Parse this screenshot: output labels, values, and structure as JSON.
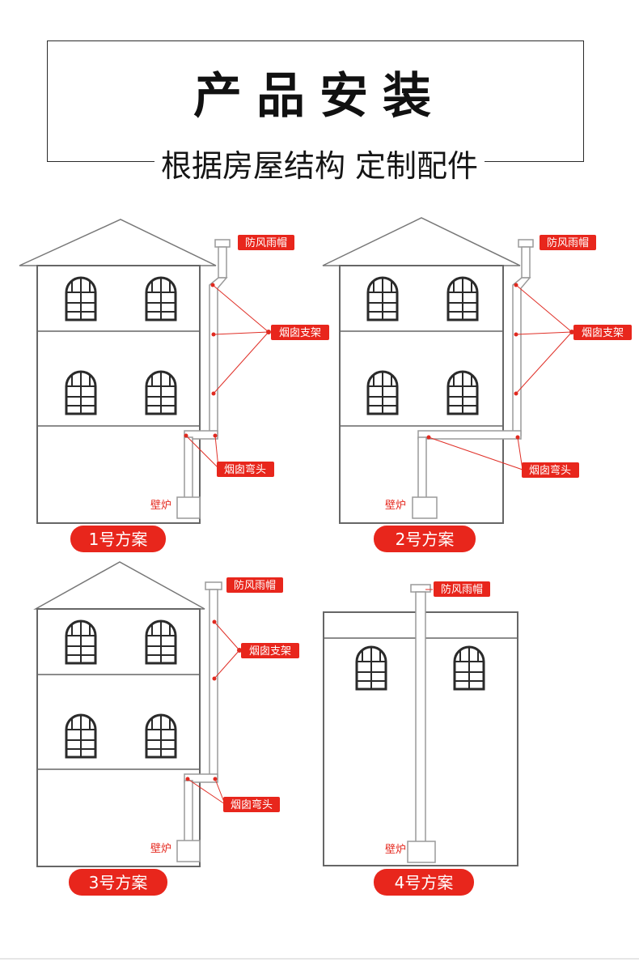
{
  "header": {
    "title": "产品安装",
    "subtitle": "根据房屋结构 定制配件"
  },
  "labels": {
    "cap": "防风雨帽",
    "bracket": "烟囱支架",
    "elbow": "烟囱弯头",
    "fireplace": "壁炉"
  },
  "plans": [
    "1号方案",
    "2号方案",
    "3号方案",
    "4号方案"
  ],
  "colors": {
    "accent": "#e8261c",
    "line": "#666666",
    "text": "#111111"
  }
}
